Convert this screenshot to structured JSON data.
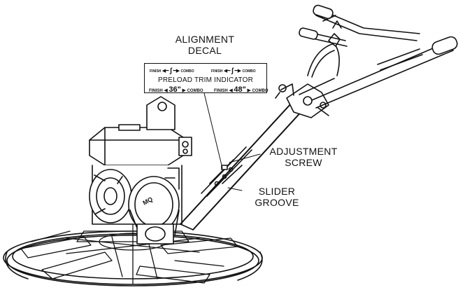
{
  "callouts": {
    "alignment_decal": [
      "ALIGNMENT",
      "DECAL"
    ],
    "adjustment_screw": [
      "ADJUSTMENT",
      "SCREW"
    ],
    "slider_groove": [
      "SLIDER",
      "GROOVE"
    ]
  },
  "decal": {
    "title": "PRELOAD TRIM INDICATOR",
    "mini_left": {
      "finish": "FINISH",
      "combo": "COMBO"
    },
    "mini_right": {
      "finish": "FINISH",
      "combo": "COMBO"
    },
    "left_size": {
      "finish": "FINISH",
      "value": "36\"",
      "combo": "COMBO"
    },
    "right_size": {
      "finish": "FINISH",
      "value": "48\"",
      "combo": "COMBO"
    }
  },
  "logo": "MQ"
}
